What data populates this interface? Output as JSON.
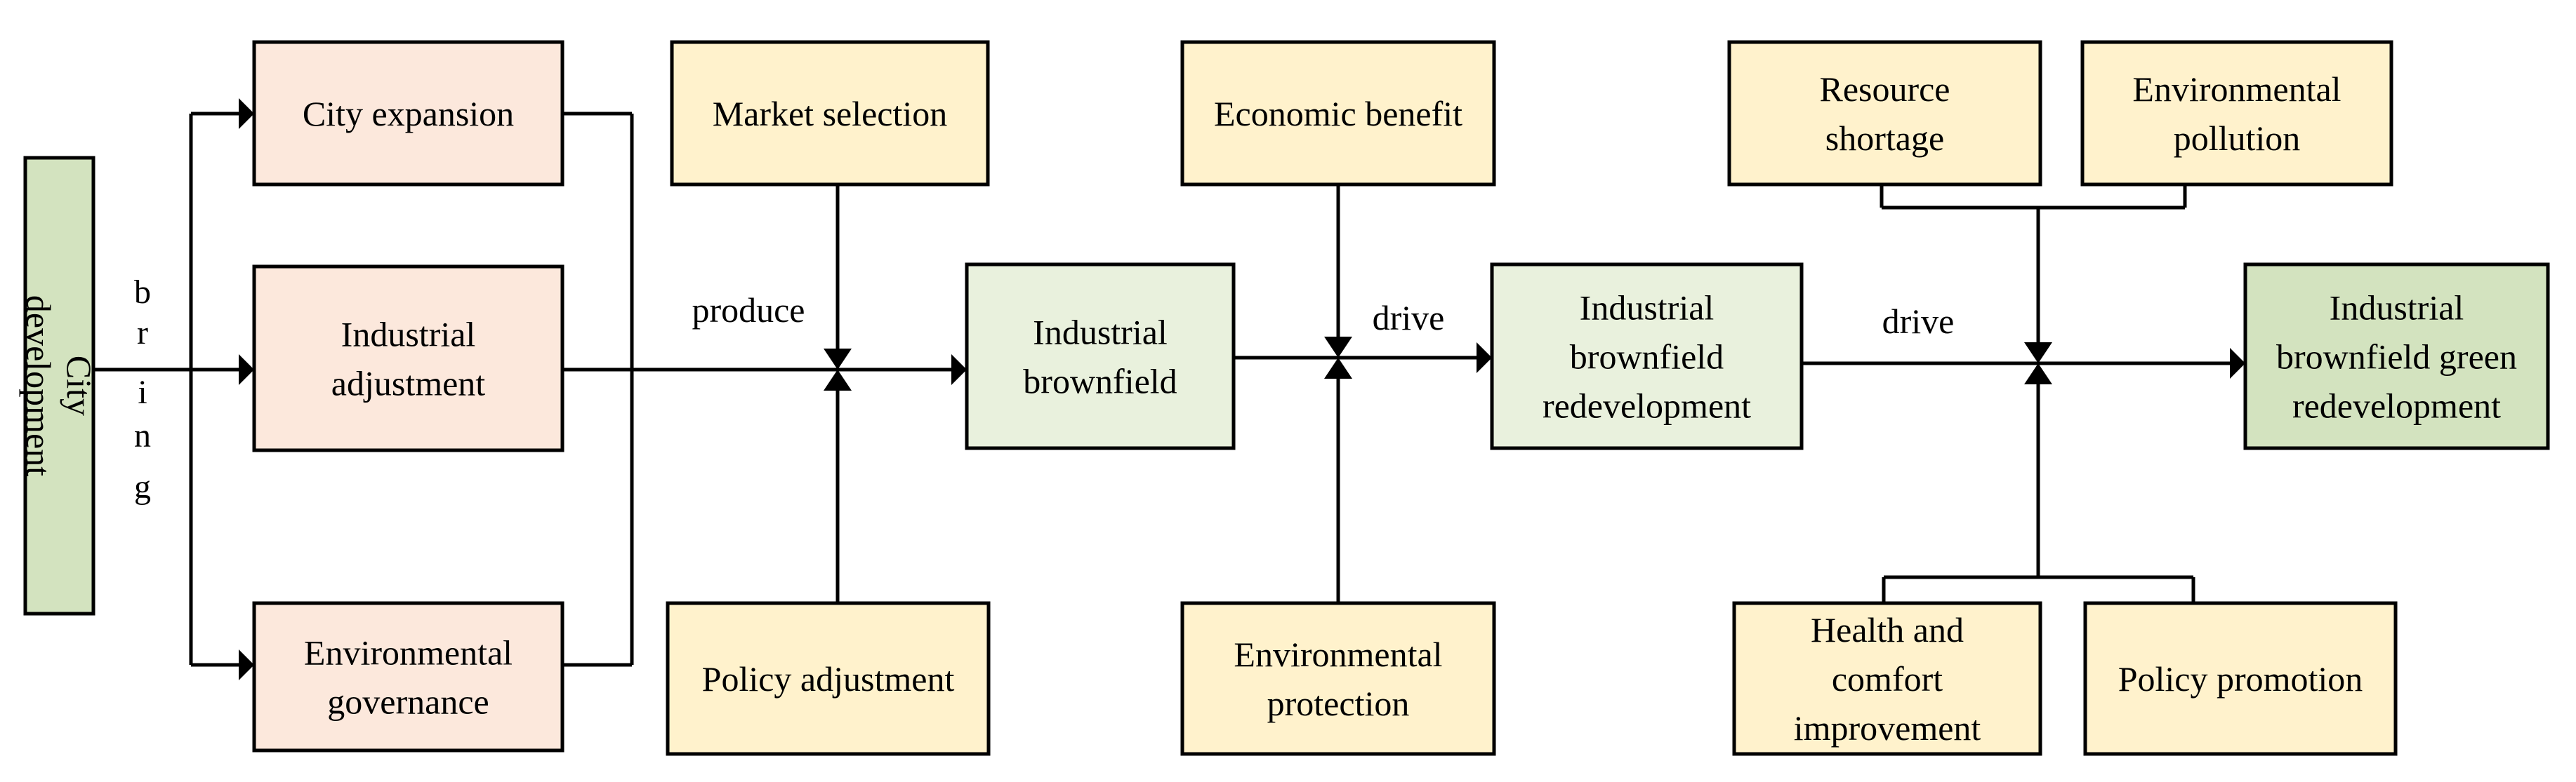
{
  "colors": {
    "pink": "#fce8dc",
    "yellow": "#fff2cc",
    "light_green": "#e9f1dd",
    "green": "#d3e3bf",
    "line": "#000000"
  },
  "nodes": {
    "city_development": {
      "lines": [
        "City",
        "development"
      ]
    },
    "city_expansion": {
      "lines": [
        "City expansion"
      ]
    },
    "industrial_adjustment": {
      "lines": [
        "Industrial",
        "adjustment"
      ]
    },
    "environmental_governance": {
      "lines": [
        "Environmental",
        "governance"
      ]
    },
    "market_selection": {
      "lines": [
        "Market selection"
      ]
    },
    "policy_adjustment": {
      "lines": [
        "Policy adjustment"
      ]
    },
    "industrial_brownfield": {
      "lines": [
        "Industrial",
        "brownfield"
      ]
    },
    "economic_benefit": {
      "lines": [
        "Economic benefit"
      ]
    },
    "environmental_protection": {
      "lines": [
        "Environmental",
        "protection"
      ]
    },
    "industrial_brownfield_redevelopment": {
      "lines": [
        "Industrial",
        "brownfield",
        "redevelopment"
      ]
    },
    "resource_shortage": {
      "lines": [
        "Resource",
        "shortage"
      ]
    },
    "environmental_pollution": {
      "lines": [
        "Environmental",
        "pollution"
      ]
    },
    "health_comfort": {
      "lines": [
        "Health and",
        "comfort",
        "improvement"
      ]
    },
    "policy_promotion": {
      "lines": [
        "Policy promotion"
      ]
    },
    "green_redevelopment": {
      "lines": [
        "Industrial",
        "brownfield green",
        "redevelopment"
      ]
    }
  },
  "edge_labels": {
    "bring": [
      "b",
      "r",
      "i",
      "n",
      "g"
    ],
    "produce": "produce",
    "drive_1": "drive",
    "drive_2": "drive"
  }
}
